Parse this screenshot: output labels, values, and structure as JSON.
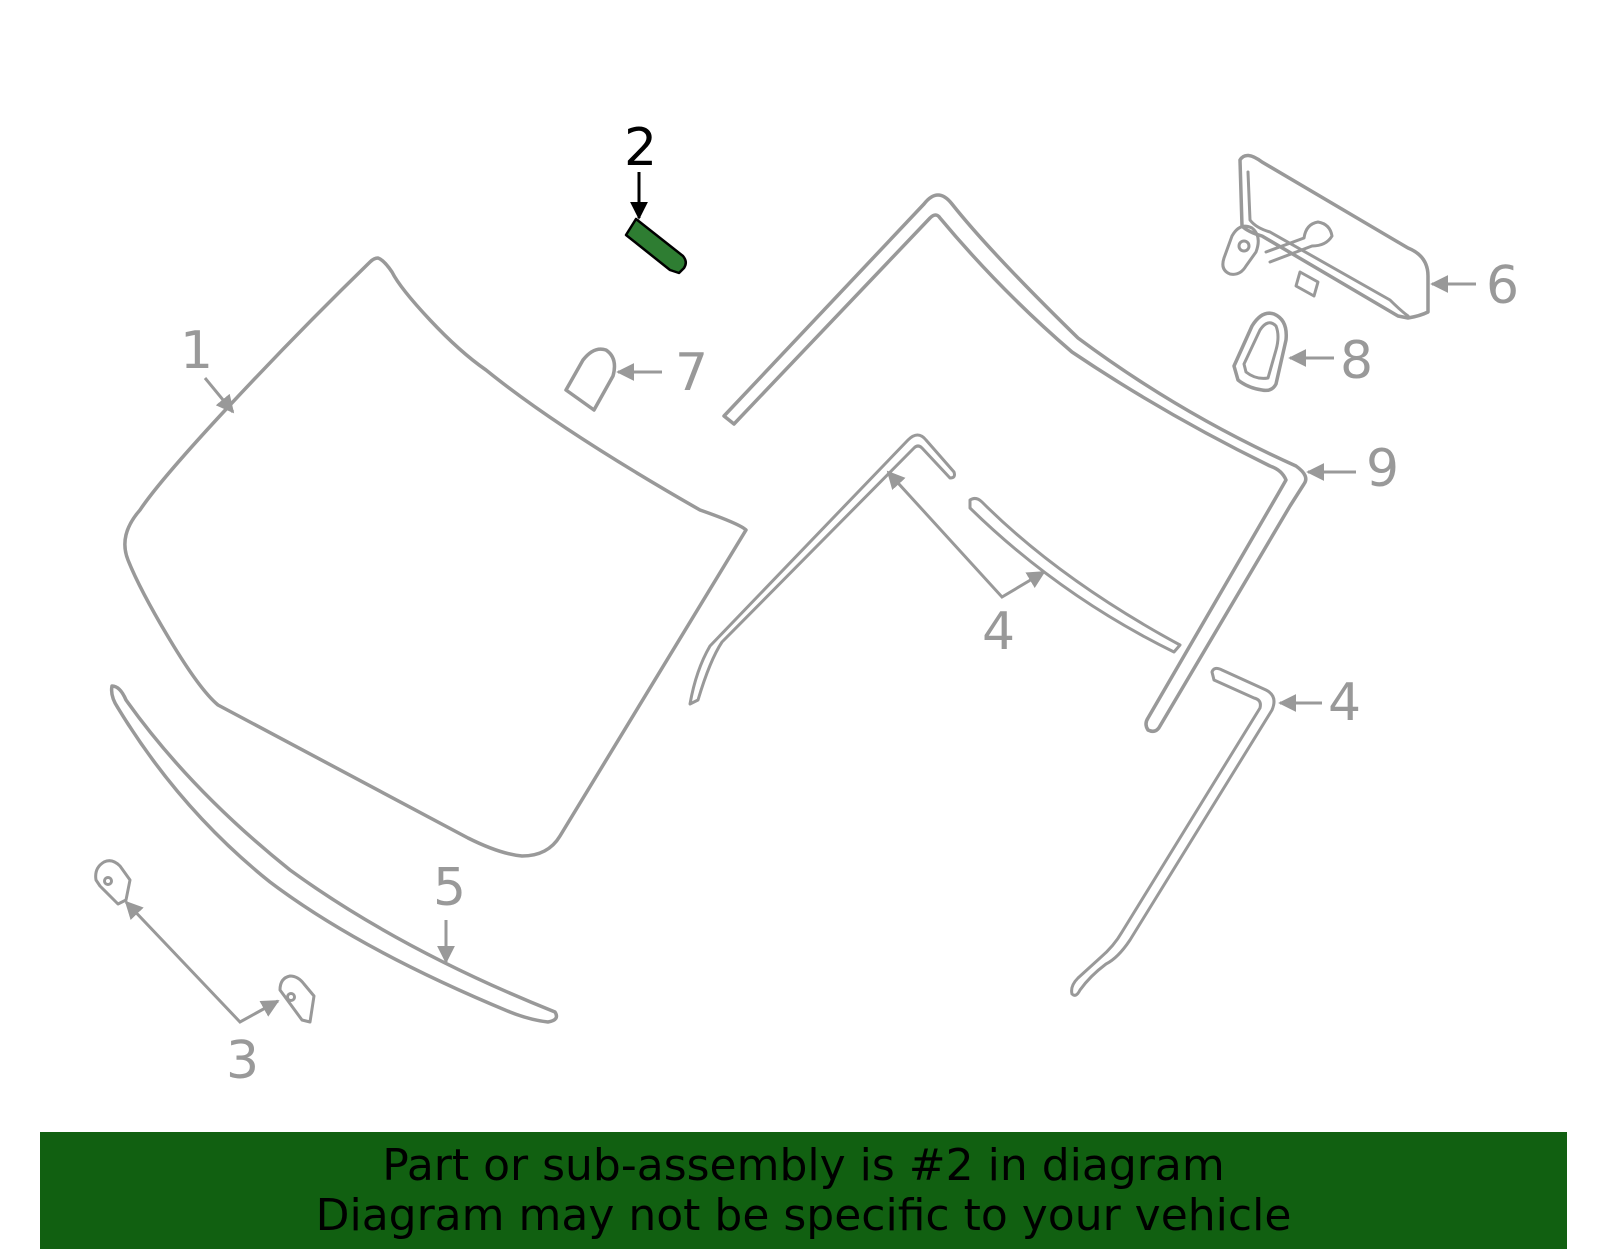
{
  "diagram": {
    "highlight_color": "#2e7d32",
    "part_color": "#999999",
    "callouts": {
      "c1": "1",
      "c2": "2",
      "c3": "3",
      "c4a": "4",
      "c4b": "4",
      "c5": "5",
      "c6": "6",
      "c7": "7",
      "c8": "8",
      "c9": "9"
    }
  },
  "banner": {
    "line1": "Part or sub-assembly is #2 in diagram",
    "line2": "Diagram may not be specific to your vehicle",
    "background": "#116011"
  }
}
